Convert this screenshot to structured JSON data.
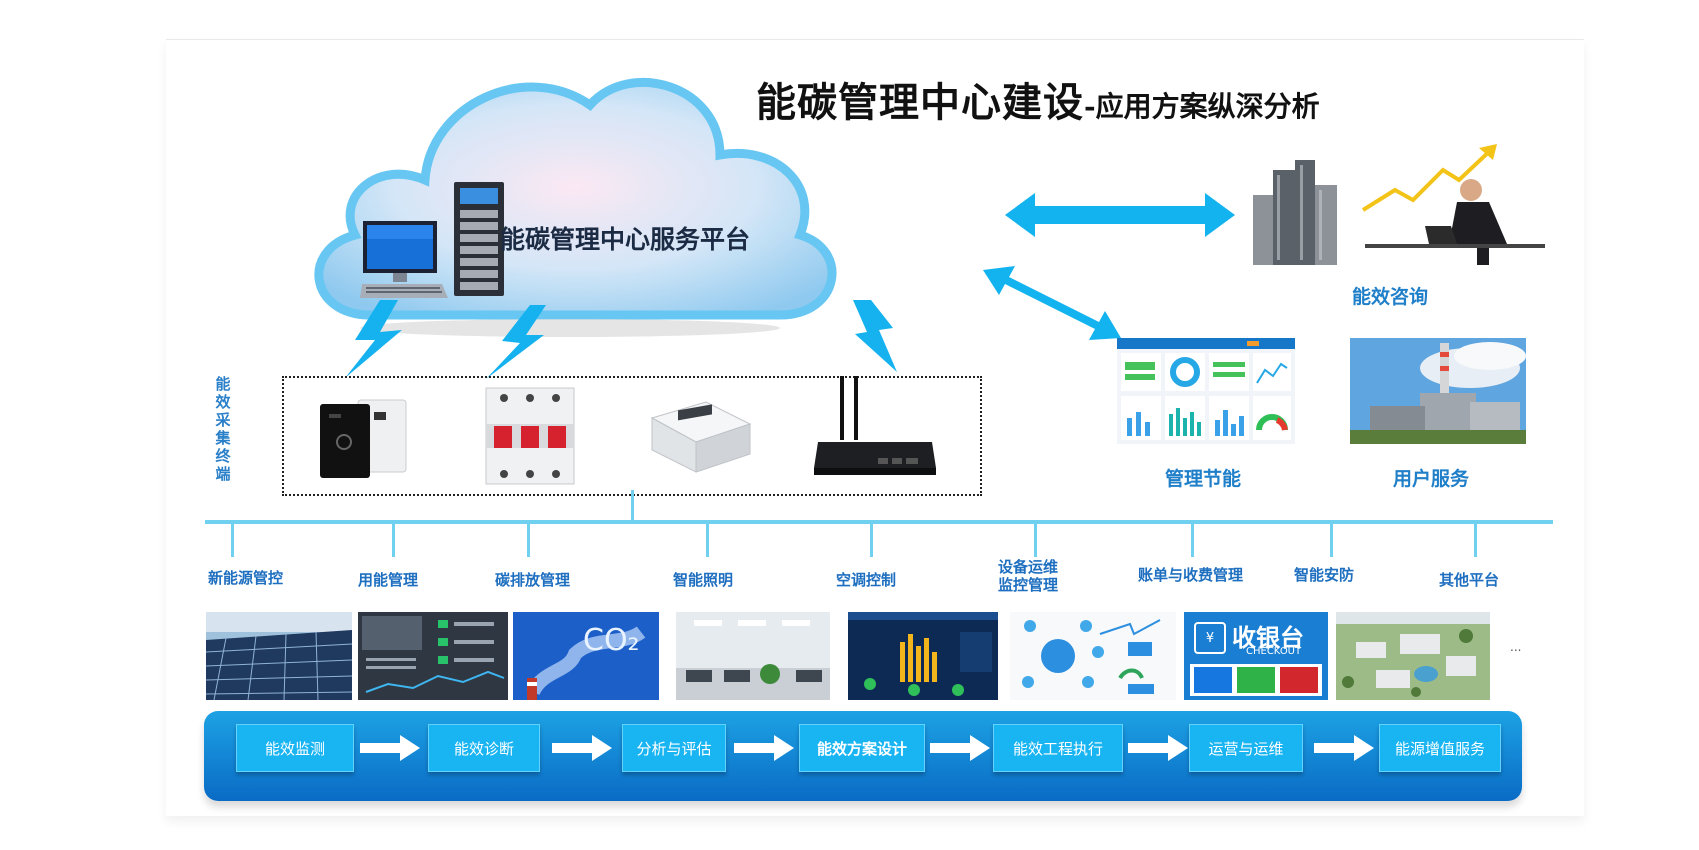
{
  "title": {
    "main": "能碳管理中心建设",
    "sub": "-应用方案纵深分析"
  },
  "platform": {
    "label": "能碳管理中心服务平台"
  },
  "terminal": {
    "label": "能效采集终端"
  },
  "services": {
    "consulting": "能效咨询",
    "management": "管理节能",
    "user_service": "用户服务"
  },
  "categories": [
    "新能源管控",
    "用能管理",
    "碳排放管理",
    "智能照明",
    "空调控制",
    "设备运维\n监控管理",
    "账单与收费管理",
    "智能安防",
    "其他平台"
  ],
  "checkout": {
    "title": "收银台",
    "sub": "CHECKOUT"
  },
  "co2": "CO₂",
  "more": "...",
  "steps": [
    "能效监测",
    "能效诊断",
    "分析与评估",
    "能效方案设计",
    "能效工程执行",
    "运营与运维",
    "能源增值服务"
  ],
  "colors": {
    "accent": "#1f7fc9",
    "bus": "#6fd0f0",
    "flow_bg": "#0a6bc5",
    "step": "#19b4f2",
    "arrow": "#12b3ef"
  }
}
